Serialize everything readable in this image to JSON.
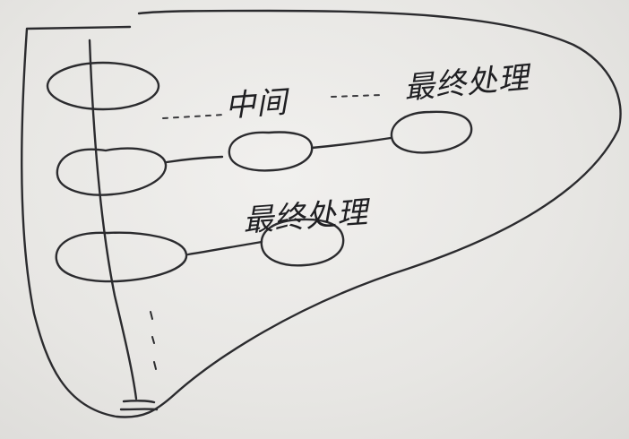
{
  "diagram": {
    "labels": {
      "intermediate": "中间",
      "final_top": "最终处理",
      "final_bottom": "最终处理"
    },
    "ink_color": "#2b2b2e",
    "paper_color": "#eceae7"
  }
}
